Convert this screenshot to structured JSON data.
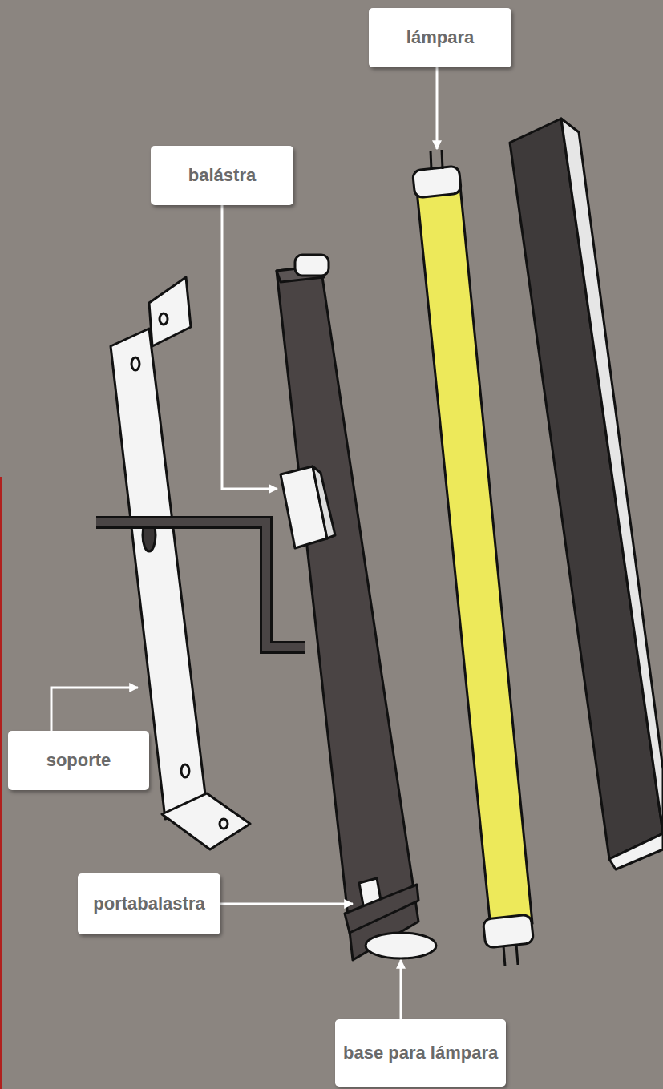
{
  "diagram": {
    "nodes": [
      {
        "text": [
          "lámpara"
        ]
      },
      {
        "text": [
          "balástra"
        ]
      },
      {
        "text": [
          "soporte"
        ]
      },
      {
        "text": [
          "portabalastra"
        ]
      },
      {
        "text": [
          "base para lámpara"
        ]
      }
    ]
  }
}
